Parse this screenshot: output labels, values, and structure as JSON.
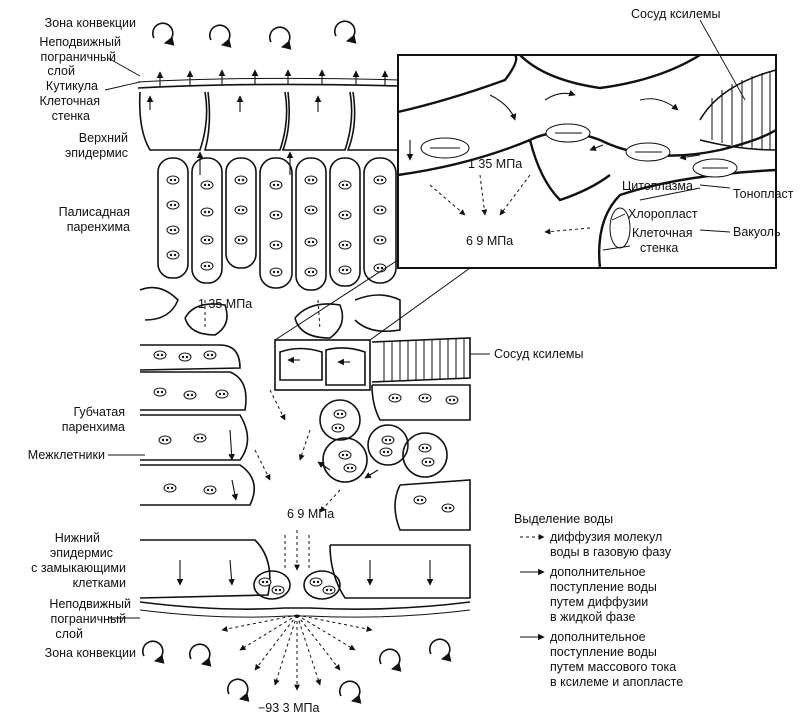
{
  "labels": {
    "convection_top": "Зона конвекции",
    "boundary_top_1": "Неподвижный",
    "boundary_top_2": "пограничный",
    "boundary_top_3": "слой",
    "cuticle": "Кутикула",
    "cell_wall_1": "Клеточная",
    "cell_wall_2": "стенка",
    "upper_epidermis_1": "Верхний",
    "upper_epidermis_2": "эпидермис",
    "palisade_1": "Палисадная",
    "palisade_2": "паренхима",
    "spongy_1": "Губчатая",
    "spongy_2": "паренхима",
    "intercellular": "Межклетники",
    "lower_epidermis_1": "Нижний",
    "lower_epidermis_2": "эпидермис",
    "lower_epidermis_3": "с замыкающими",
    "lower_epidermis_4": "клетками",
    "boundary_bottom_1": "Неподвижный",
    "boundary_bottom_2": "пограничный",
    "boundary_bottom_3": "слой",
    "convection_bottom": "Зона конвекции",
    "xylem_vessel_top": "Сосуд ксилемы",
    "xylem_vessel_mid": "Сосуд ксилемы",
    "cytoplasm": "Цитоплазма",
    "tonoplast": "Тонопласт",
    "chloroplast": "Хлоропласт",
    "inset_cell_wall_1": "Клеточная",
    "inset_cell_wall_2": "стенка",
    "vacuole": "Вакуоль"
  },
  "pressures": {
    "leaf_mid": "1 35 МПа",
    "inset_top": "1 35 МПа",
    "inset_bottom": "6 9 МПа",
    "stoma": "6 9 МПа",
    "air": "−93 3 МПа"
  },
  "legend": {
    "title": "Выделение воды",
    "item1_1": "диффузия молекул",
    "item1_2": "воды в газовую фазу",
    "item2_1": "дополнительное",
    "item2_2": "поступление воды",
    "item2_3": "путем диффузии",
    "item2_4": "в жидкой фазе",
    "item3_1": "дополнительное",
    "item3_2": "поступление воды",
    "item3_3": "путем массового тока",
    "item3_4": "в ксилеме и апопласте"
  }
}
